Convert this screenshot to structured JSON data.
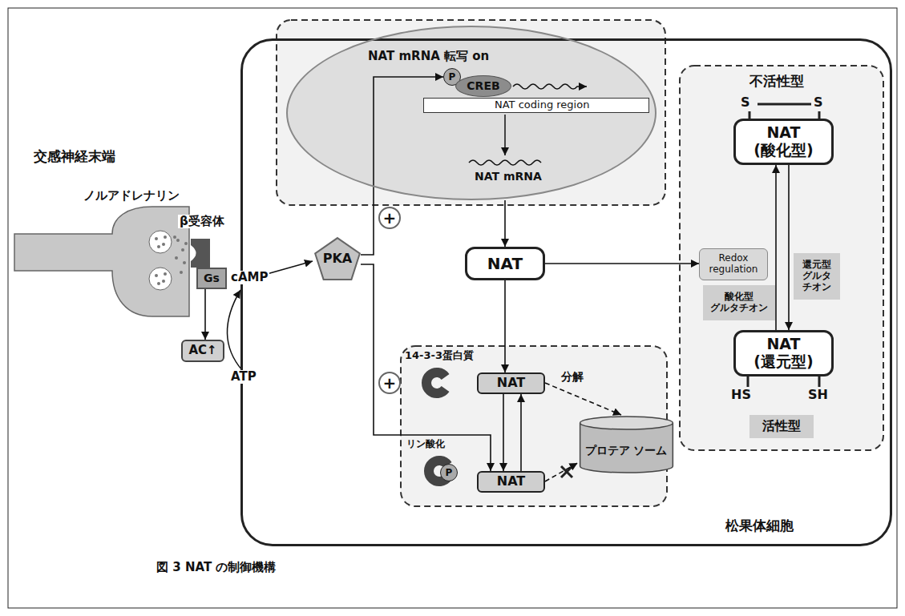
{
  "diagram": {
    "caption": "図 3 NAT の制御機構",
    "nodes": [
      {
        "text": [
          "松果体細胞"
        ]
      },
      {
        "text": [
          "Gs"
        ]
      },
      {
        "text": [
          "AC↑"
        ]
      },
      {
        "text": [
          "+"
        ],
        "in": 0
      },
      {
        "text": [
          "PKA"
        ],
        "in": 0
      },
      {
        "text": [
          "+"
        ],
        "in": 0
      },
      {
        "text": [
          "NAT mRNA 転写 on"
        ],
        "in": 0
      },
      {
        "text": [
          "P"
        ],
        "in": 6
      },
      {
        "text": [
          "CREB"
        ],
        "in": 6
      },
      {
        "text": [
          "NAT coding region"
        ],
        "in": 6
      },
      {
        "text": [
          "NAT"
        ],
        "in": 0
      },
      {
        "text": [
          "NAT"
        ],
        "in": 0
      },
      {
        "text": [
          "プロテア ソーム"
        ],
        "in": 0
      },
      {
        "text": [
          "P"
        ],
        "in": 0
      },
      {
        "text": [
          "NAT"
        ],
        "in": 0
      },
      {
        "text": [
          "NAT (酸化型)"
        ],
        "in": 0
      },
      {
        "text": [
          "Redox regulation"
        ],
        "in": 0
      },
      {
        "text": [
          "酸化型 グルタチオン"
        ],
        "in": 0
      },
      {
        "text": [
          "還元型 グルタ チオン"
        ],
        "in": 0
      },
      {
        "text": [
          "NAT (還元型)"
        ],
        "in": 0
      },
      {
        "text": [
          "活性型"
        ],
        "in": 0
      }
    ],
    "edges": [
      {
        "from": 1,
        "to": 2,
        "arrow": "to"
      },
      {
        "from": 4,
        "to": 7,
        "arrow": "to"
      },
      {
        "from": 4,
        "to": 14,
        "label": "リン酸化",
        "arrow": "to"
      },
      {
        "from": 6,
        "to": 10,
        "arrow": "to"
      },
      {
        "from": 10,
        "to": 11,
        "arrow": "to"
      },
      {
        "from": 10,
        "to": 16,
        "arrow": "to"
      },
      {
        "from": 11,
        "to": 14,
        "arrow": "to"
      },
      {
        "from": 14,
        "to": 11,
        "arrow": "to"
      },
      {
        "from": 11,
        "to": 12,
        "label": "分解",
        "arrow": "to"
      },
      {
        "from": 14,
        "to": 12,
        "arrow": "to"
      },
      {
        "from": 15,
        "to": 19,
        "arrow": "to"
      },
      {
        "from": 19,
        "to": 15,
        "arrow": "to"
      }
    ],
    "labels": [
      "交感神経末端",
      "ノルアドレナリン",
      "β受容体",
      "cAMP",
      "ATP",
      "NAT mRNA",
      "14-3-3蛋白質",
      "不活性型",
      "S",
      "S",
      "HS",
      "SH"
    ]
  }
}
